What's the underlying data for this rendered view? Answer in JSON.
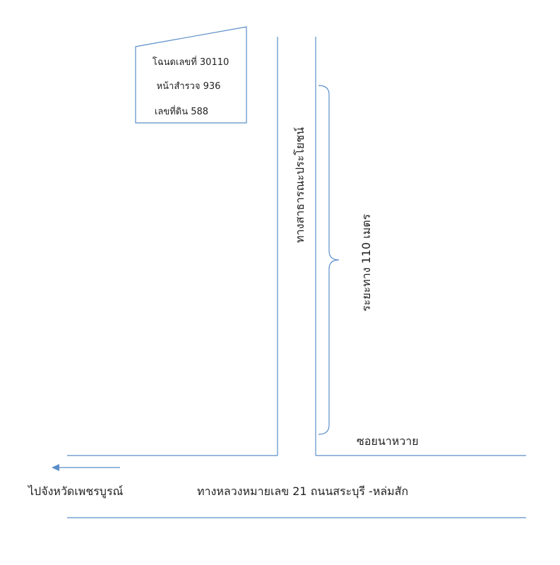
{
  "plot": {
    "deed_number": "โฉนดเลขที่ 30110",
    "survey_page": "หน้าสำรวจ 936",
    "land_number": "เลขที่ดิน 588"
  },
  "labels": {
    "public_way": "ทางสาธารณะประโยชน์",
    "distance": "ระยะทาง 110 เมตร",
    "soi": "ซอยนาหวาย",
    "highway": "ทางหลวงหมายเลข 21 ถนนสระบุรี -หล่มสัก",
    "direction": "ไปจังหวัดเพชรบูรณ์"
  },
  "colors": {
    "line": "#5b8ec8",
    "text": "#222222"
  }
}
